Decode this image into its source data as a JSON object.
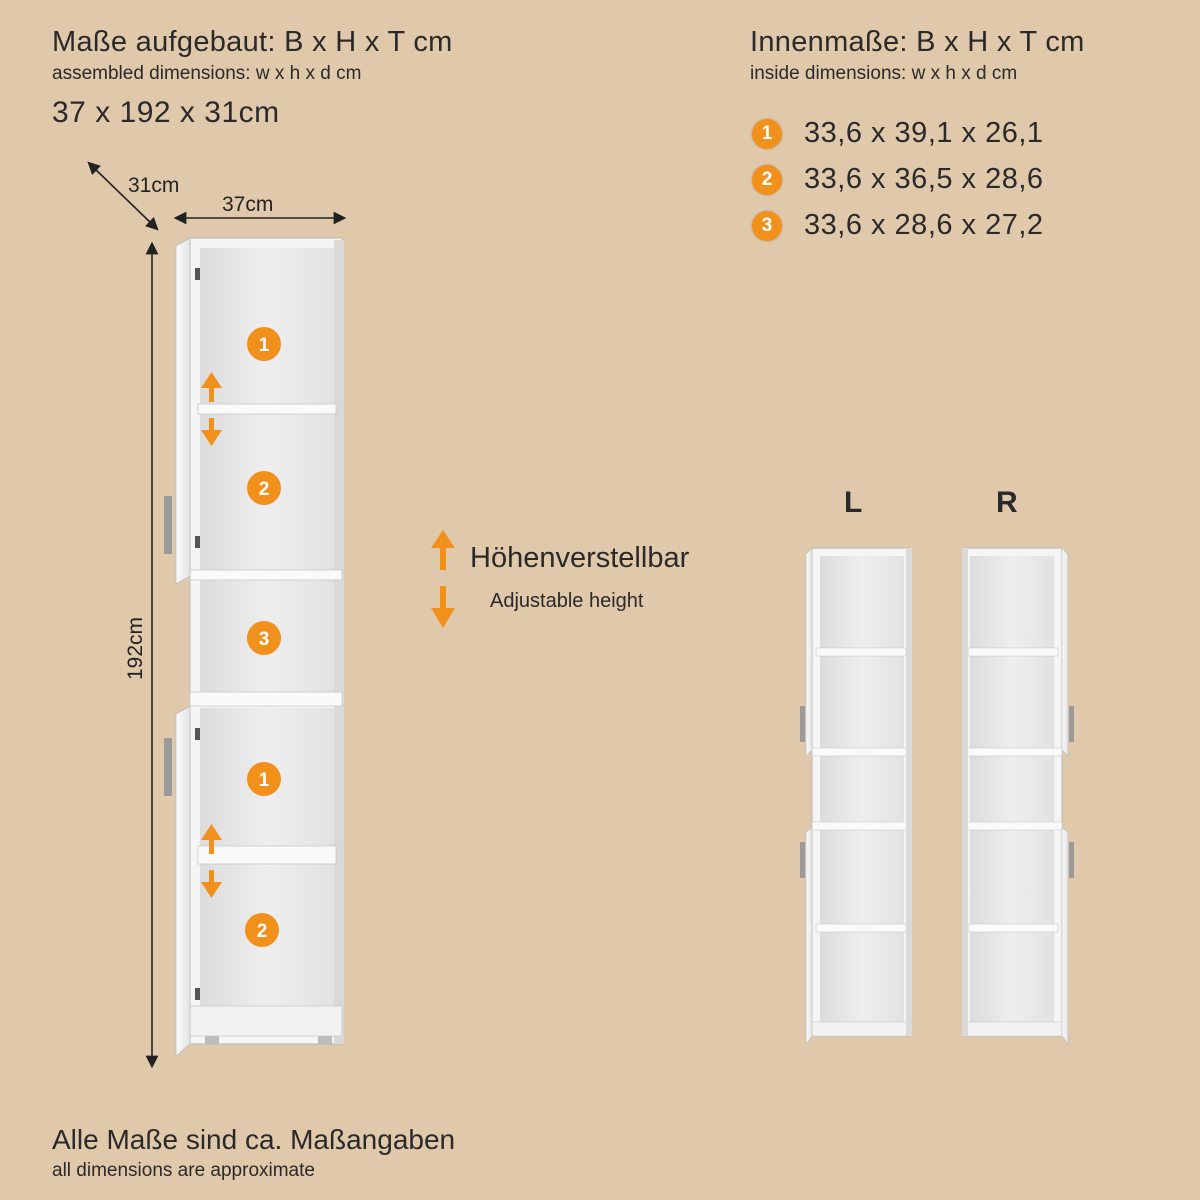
{
  "assembled": {
    "title_de": "Maße aufgebaut: B x H x T cm",
    "title_en": "assembled dimensions: w x h x d cm",
    "value": "37 x 192 x 31cm"
  },
  "inside": {
    "title_de": "Innenmaße: B x H x T cm",
    "title_en": "inside dimensions: w x h x d cm",
    "rows": [
      {
        "badge": "1",
        "value": "33,6 x 39,1 x 26,1"
      },
      {
        "badge": "2",
        "value": "33,6 x 36,5 x 28,6"
      },
      {
        "badge": "3",
        "value": "33,6 x 28,6 x 27,2"
      }
    ]
  },
  "cabinet": {
    "depth_label": "31cm",
    "width_label": "37cm",
    "height_label": "192cm",
    "compartment_badges": [
      "1",
      "2",
      "3",
      "1",
      "2"
    ]
  },
  "adjustable": {
    "label_de": "Höhenverstellbar",
    "label_en": "Adjustable height"
  },
  "variants": {
    "left_label": "L",
    "right_label": "R"
  },
  "footer": {
    "note_de": "Alle Maße sind ca. Maßangaben",
    "note_en": "all dimensions are approximate"
  },
  "colors": {
    "background": "#e0c8ab",
    "accent_orange": "#f2901c",
    "cabinet_white": "#f4f4f4",
    "cabinet_interior": "#e6e6e6"
  }
}
